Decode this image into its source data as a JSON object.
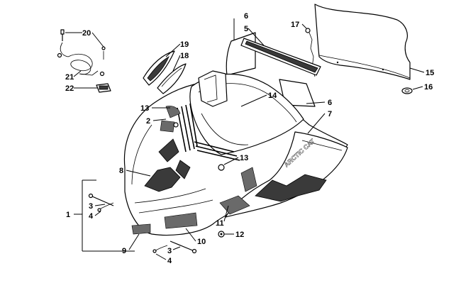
{
  "diagram": {
    "decal_text": "ARCTIC CAT",
    "callouts": {
      "c1": "1",
      "c2": "2",
      "c3a": "3",
      "c3b": "3",
      "c4a": "4",
      "c4b": "4",
      "c5": "5",
      "c6a": "6",
      "c6b": "6",
      "c7": "7",
      "c8": "8",
      "c9": "9",
      "c10": "10",
      "c11": "11",
      "c12": "12",
      "c13a": "13",
      "c13b": "13",
      "c14": "14",
      "c15": "15",
      "c16": "16",
      "c17": "17",
      "c18": "18",
      "c19": "19",
      "c20": "20",
      "c21": "21",
      "c22": "22"
    }
  }
}
